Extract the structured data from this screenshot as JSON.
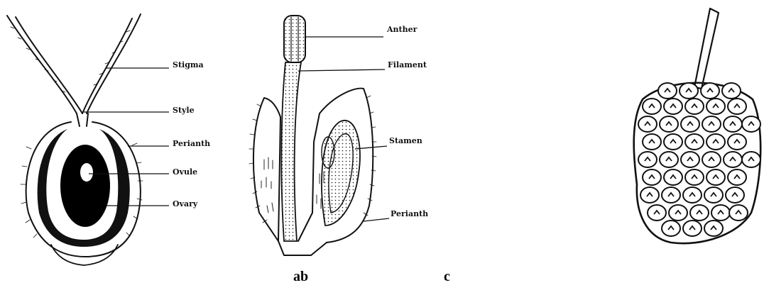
{
  "figure_a": {
    "labels": {
      "stigma": "Stigma",
      "style": "Style",
      "perianth": "Perianth",
      "ovule": "Ovule",
      "ovary": "Ovary"
    }
  },
  "figure_b": {
    "labels": {
      "anther": "Anther",
      "filament": "Filament",
      "stamen": "Stamen",
      "perianth": "Perianth"
    }
  },
  "captions": {
    "ab": "ab",
    "c": "c"
  }
}
